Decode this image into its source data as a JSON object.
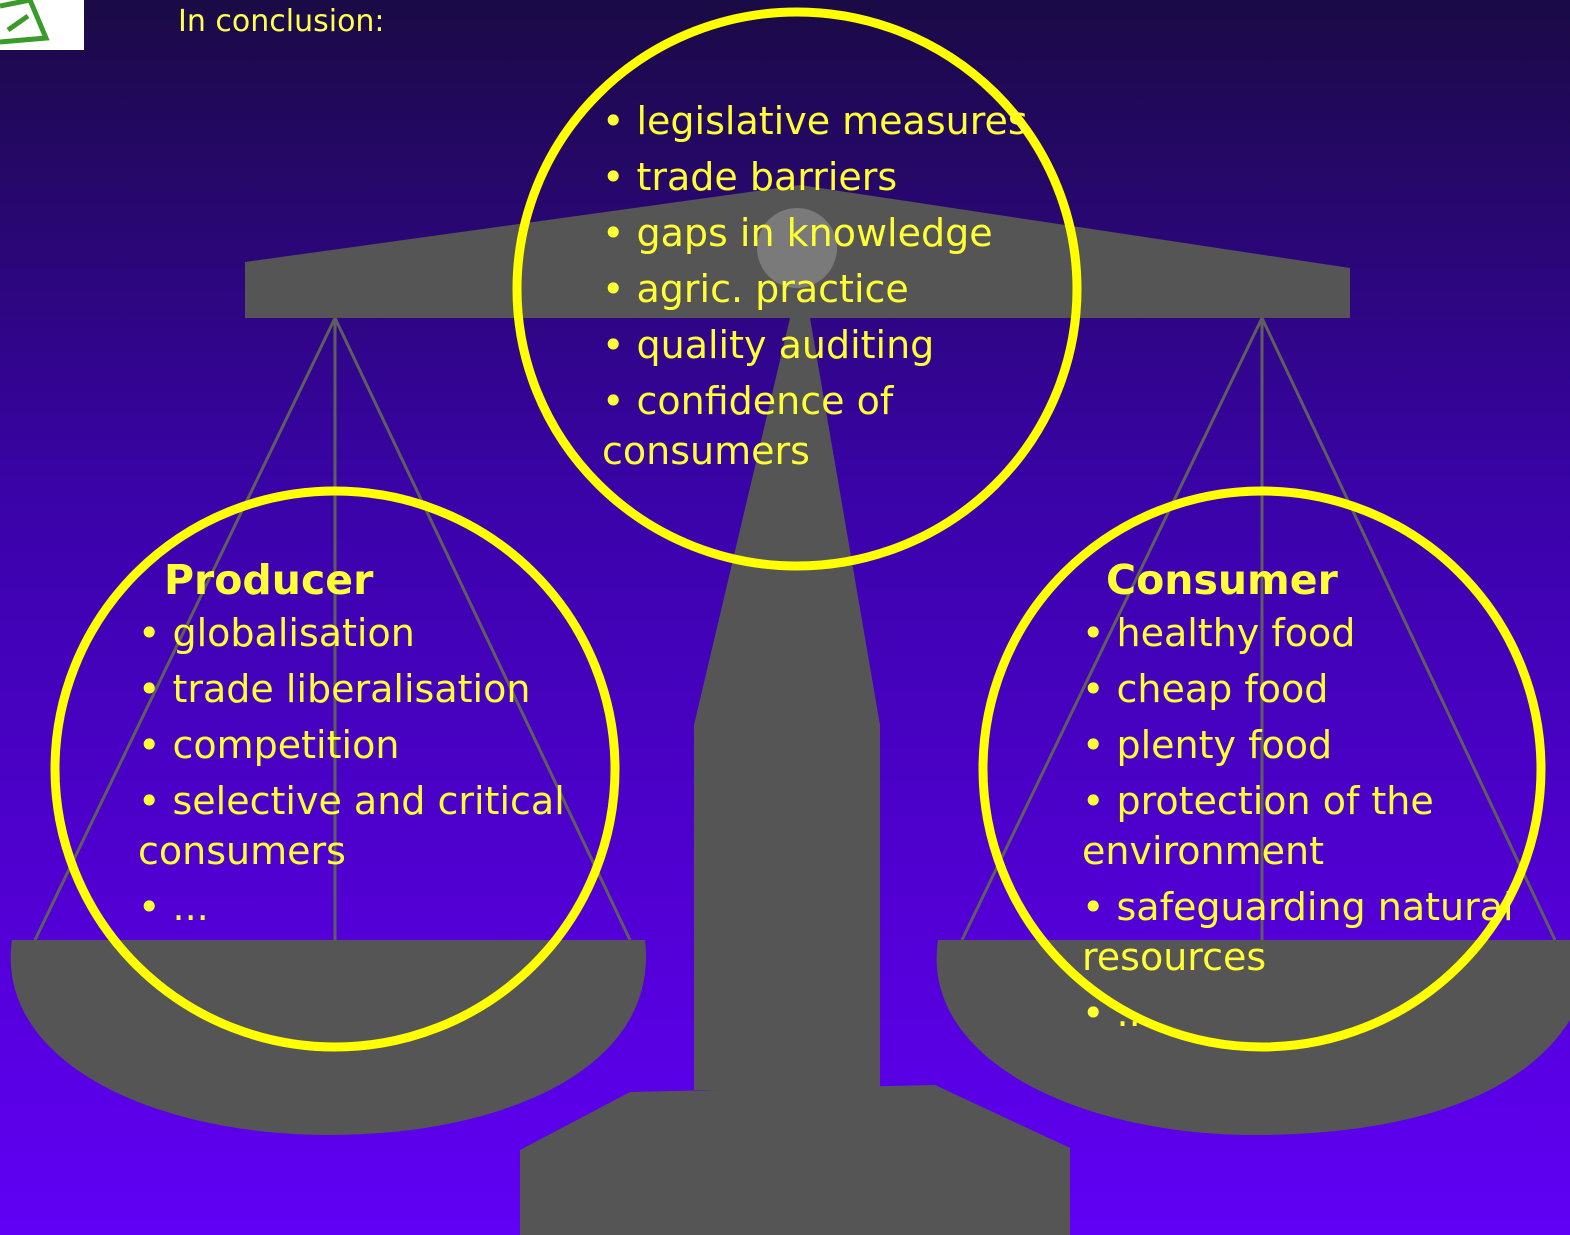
{
  "slide": {
    "title": "In conclusion:"
  },
  "colors": {
    "text": "#ffff33",
    "circle": "#ffff00",
    "scale": "#555555",
    "logo": "#3a9a2a"
  },
  "top_circle": {
    "items": [
      "legislative measures",
      "trade barriers",
      "gaps in knowledge",
      "agric. practice",
      "quality auditing",
      "confidence of\nconsumers"
    ]
  },
  "producer": {
    "heading": "Producer",
    "items": [
      "globalisation",
      "trade liberalisation",
      "competition",
      "selective and critical\nconsumers",
      "..."
    ]
  },
  "consumer": {
    "heading": "Consumer",
    "items": [
      "healthy food",
      "cheap food",
      "plenty food",
      "protection of the\nenvironment",
      "safeguarding natural\nresources",
      "..."
    ]
  }
}
